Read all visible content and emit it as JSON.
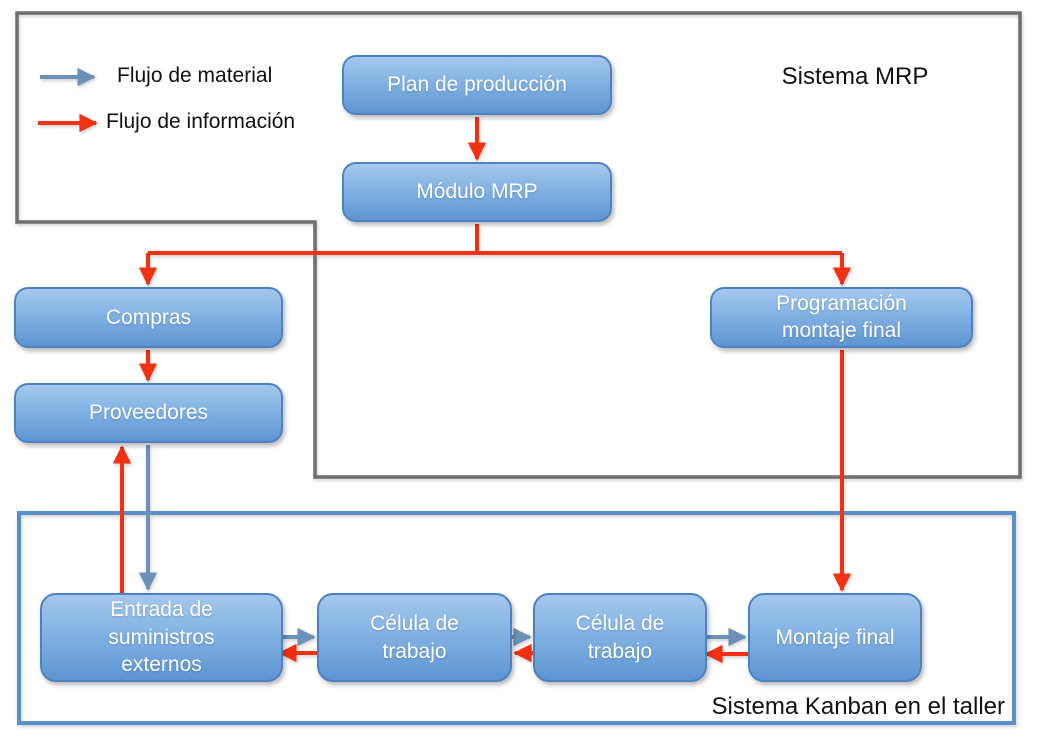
{
  "legend": {
    "material_label": "Flujo de material",
    "information_label": "Flujo de información"
  },
  "mrp_system": {
    "title": "Sistema MRP",
    "boxes": {
      "plan": "Plan de producción",
      "modulo": "Módulo MRP",
      "compras": "Compras",
      "proveedores": "Proveedores",
      "programacion": "Programación\nmontaje final"
    }
  },
  "kanban_system": {
    "title": "Sistema Kanban en el taller",
    "boxes": {
      "entrada": "Entrada de\nsuministros\nexternos",
      "celula1": "Célula de\ntrabajo",
      "celula2": "Célula de\ntrabajo",
      "montaje": "Montaje final"
    }
  },
  "colors": {
    "box_fill_top": "#a5c8ee",
    "box_fill_bottom": "#5e95d2",
    "box_border": "#4d82c2",
    "material_flow_blue": "#6b91b6",
    "information_flow_red": "#f23012",
    "mrp_frame_gray": "#6e6e6e",
    "kanban_frame_blue": "#5b8fc9",
    "text_on_box": "#ffffff",
    "text_labels": "#111111"
  }
}
